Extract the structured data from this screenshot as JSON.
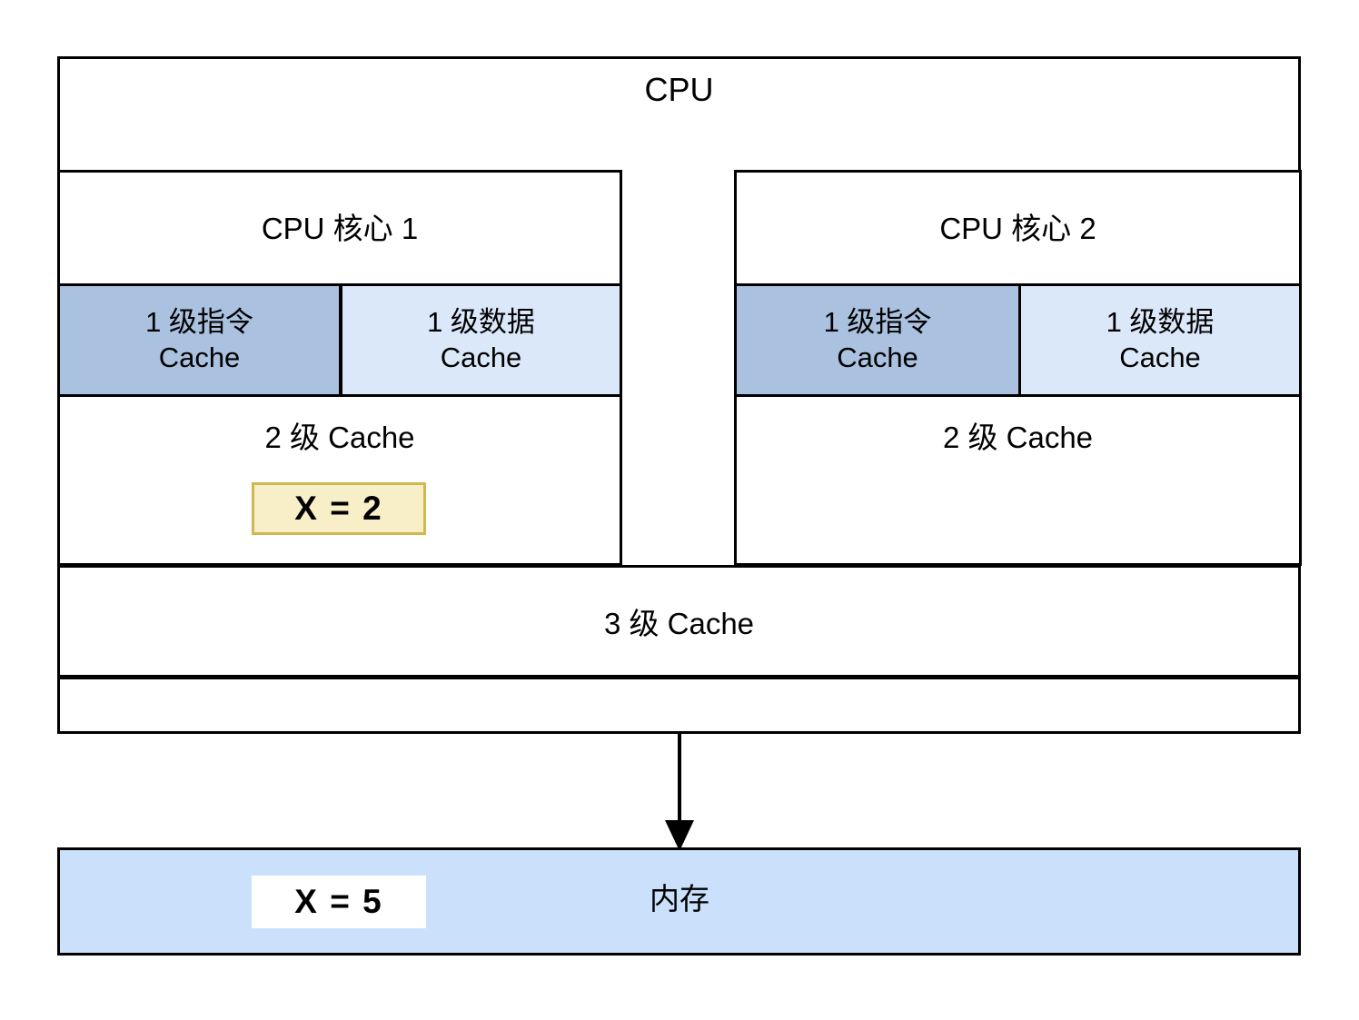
{
  "diagram": {
    "title": "CPU",
    "cpu": {
      "label": "CPU",
      "cores": [
        {
          "name": "CPU 核心 1",
          "l1_instruction_cache": "1 级指令\nCache",
          "l1_data_cache": "1 级数据\nCache",
          "l2_cache": "2 级 Cache",
          "cached_value": "X = 2",
          "cached_variable": "X",
          "cached_number": "2"
        },
        {
          "name": "CPU 核心 2",
          "l1_instruction_cache": "1 级指令\nCache",
          "l1_data_cache": "1 级数据\nCache",
          "l2_cache": "2 级 Cache",
          "cached_value": "",
          "cached_variable": "",
          "cached_number": ""
        }
      ],
      "l3_cache": "3 级 Cache"
    },
    "memory": {
      "label": "内存",
      "stored_value": "X = 5",
      "stored_variable": "X",
      "stored_number": "5"
    },
    "connector": {
      "name": "cpu-to-memory-arrow",
      "direction": "down"
    },
    "colors": {
      "l1_instruction_fill": "#abc1e0",
      "l1_data_fill": "#dbe8fa",
      "memory_fill": "#cbe0fb",
      "highlight_fill": "#f8efc8",
      "highlight_border": "#cfb84f",
      "value_chip_fill": "#ffffff",
      "outline": "#000000",
      "page_background": "#ffffff"
    }
  }
}
